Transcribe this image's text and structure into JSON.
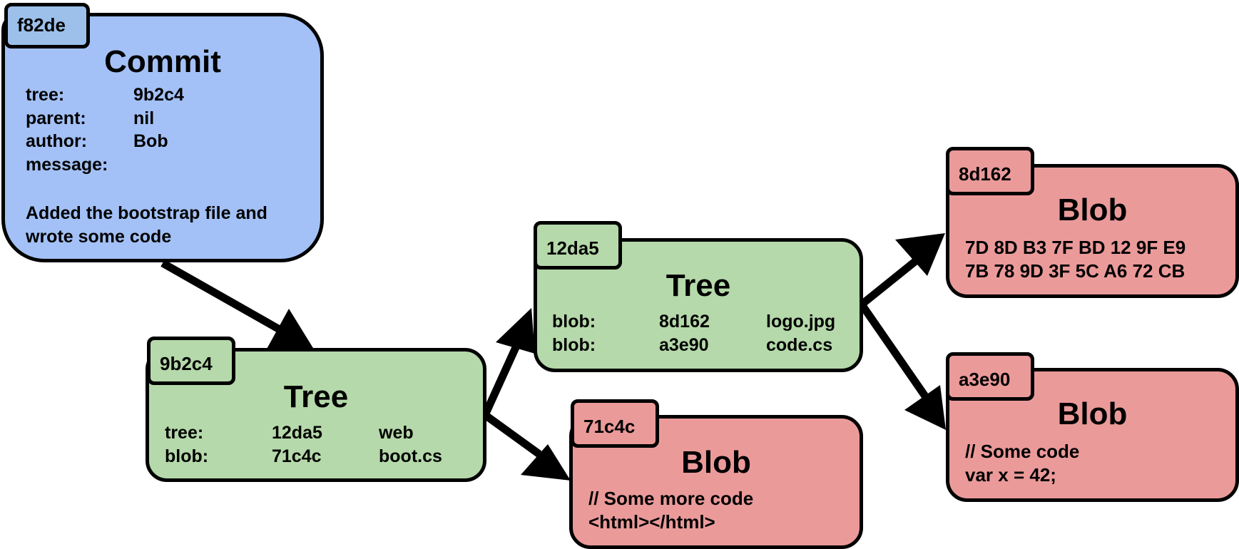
{
  "commit": {
    "hash": "f82de",
    "title": "Commit",
    "fields": [
      {
        "key": "tree:",
        "value": "9b2c4"
      },
      {
        "key": "parent:",
        "value": "nil"
      },
      {
        "key": "author:",
        "value": "Bob"
      },
      {
        "key": "message:",
        "value": ""
      }
    ],
    "message_lines": [
      "Added the bootstrap file and",
      "wrote some code"
    ]
  },
  "tree_root": {
    "hash": "9b2c4",
    "title": "Tree",
    "entries": [
      {
        "type": "tree:",
        "hash": "12da5",
        "name": "web"
      },
      {
        "type": "blob:",
        "hash": "71c4c",
        "name": "boot.cs"
      }
    ]
  },
  "tree_web": {
    "hash": "12da5",
    "title": "Tree",
    "entries": [
      {
        "type": "blob:",
        "hash": "8d162",
        "name": "logo.jpg"
      },
      {
        "type": "blob:",
        "hash": "a3e90",
        "name": "code.cs"
      }
    ]
  },
  "blob_boot": {
    "hash": "71c4c",
    "title": "Blob",
    "content": [
      "// Some more code",
      "<html></html>"
    ]
  },
  "blob_logo": {
    "hash": "8d162",
    "title": "Blob",
    "content": [
      "7D 8D B3 7F BD 12 9F E9",
      "7B 78 9D 3F 5C A6 72 CB"
    ]
  },
  "blob_code": {
    "hash": "a3e90",
    "title": "Blob",
    "content": [
      "// Some code",
      "var x = 42;"
    ]
  },
  "colors": {
    "commit": "#a3c1f6",
    "tree": "#b5d9aa",
    "blob": "#eb9a9a",
    "outline": "#000000"
  }
}
